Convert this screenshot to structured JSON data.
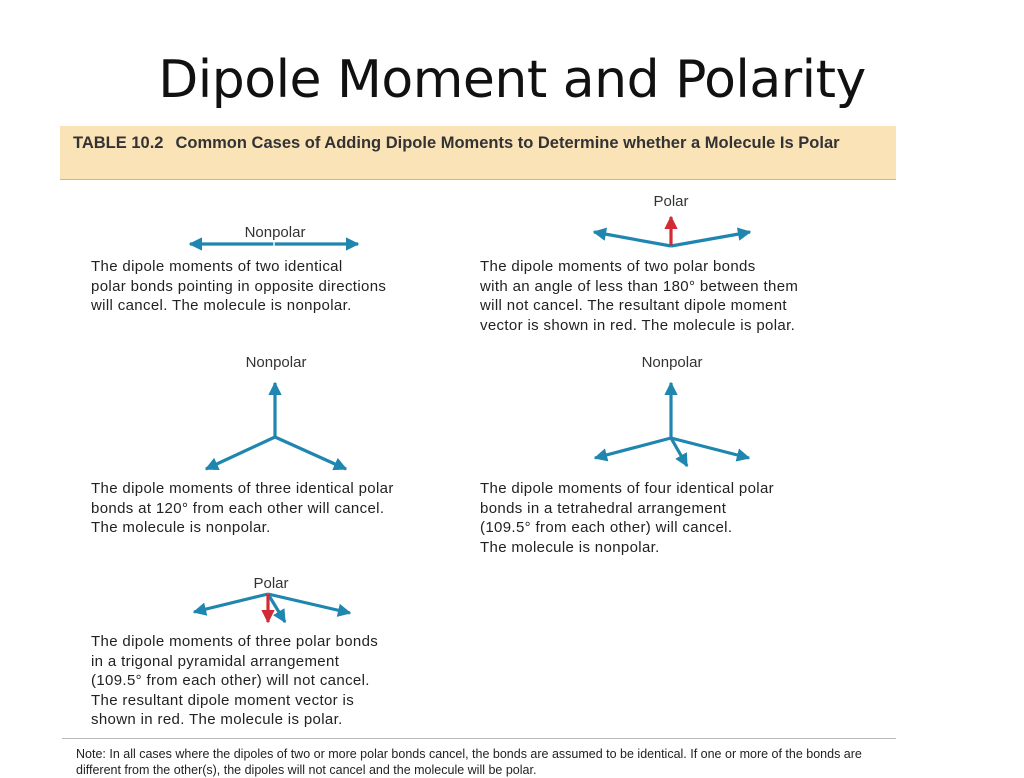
{
  "slide": {
    "title": "Dipole Moment and Polarity"
  },
  "table": {
    "number": "TABLE 10.2",
    "caption": "Common Cases of Adding Dipole Moments to Determine whether a Molecule Is Polar"
  },
  "cases": [
    {
      "label": "Nonpolar",
      "description": "The dipole moments of two identical\npolar bonds pointing in opposite directions\nwill cancel. The molecule is nonpolar."
    },
    {
      "label": "Polar",
      "description": "The dipole moments of two polar bonds\nwith an angle of less than 180° between them\nwill not cancel. The resultant dipole moment\nvector is shown in red. The molecule is polar."
    },
    {
      "label": "Nonpolar",
      "description": "The dipole moments of three identical polar\nbonds at 120° from each other will cancel.\nThe molecule is nonpolar."
    },
    {
      "label": "Nonpolar",
      "description": "The dipole moments of four identical polar\nbonds in a tetrahedral arrangement\n(109.5° from each other) will cancel.\nThe molecule is nonpolar."
    },
    {
      "label": "Polar",
      "description": "The dipole moments of three polar bonds\nin a trigonal pyramidal arrangement\n(109.5° from each other) will not cancel.\nThe resultant dipole moment vector is\nshown in red. The molecule is polar."
    }
  ],
  "note": "Note: In all cases where the dipoles of two or more polar bonds cancel, the bonds are assumed to be identical. If one or more of the bonds are different from the other(s), the dipoles will not cancel and the molecule will be polar.",
  "colors": {
    "bond_vector": "#1f86b0",
    "resultant_vector": "#d22b35",
    "header_bg": "#fbe3b8"
  }
}
